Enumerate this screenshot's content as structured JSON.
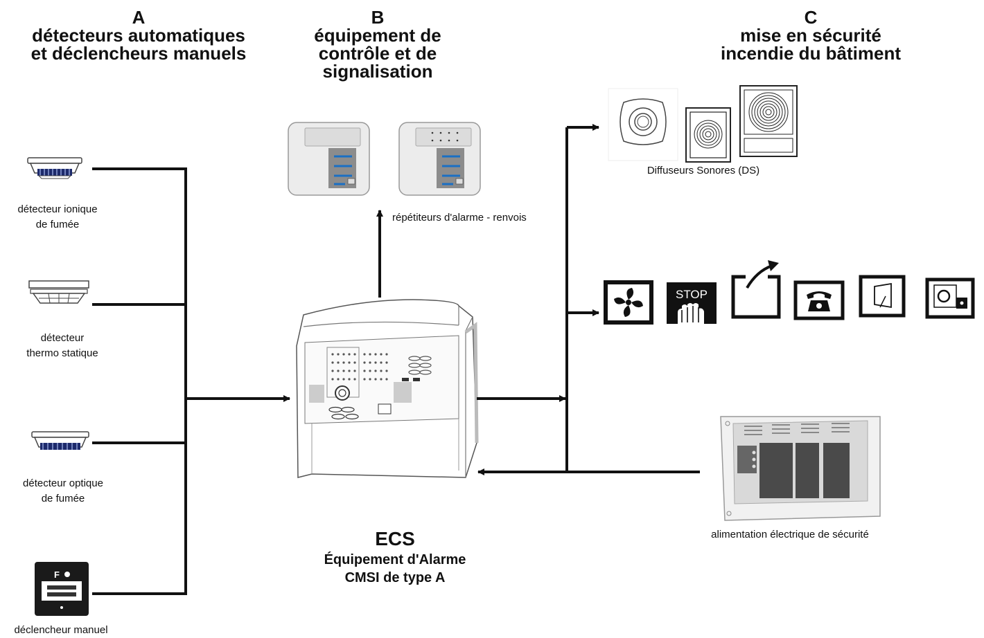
{
  "columns": {
    "a": {
      "letter": "A",
      "line1": "détecteurs automatiques",
      "line2": "et déclencheurs manuels"
    },
    "b": {
      "letter": "B",
      "line1": "équipement de",
      "line2": "contrôle et de",
      "line3": "signalisation"
    },
    "c": {
      "letter": "C",
      "line1": "mise en sécurité",
      "line2": "incendie du bâtiment"
    }
  },
  "devices": {
    "ionic_l1": "détecteur ionique",
    "ionic_l2": "de fumée",
    "thermo_l1": "détecteur",
    "thermo_l2": "thermo statique",
    "optical_l1": "détecteur optique",
    "optical_l2": "de fumée",
    "manual_l1": "déclencheur manuel",
    "manual_symbol": "F"
  },
  "repeaters_label": "répétiteurs d'alarme - renvois",
  "sounders_label": "Diffuseurs Sonores (DS)",
  "power_label": "alimentation électrique de sécurité",
  "stop_text": "STOP",
  "ecs": {
    "title": "ECS",
    "line1": "Équipement d'Alarme",
    "line2": "CMSI de type A"
  },
  "colors": {
    "line": "#111111",
    "panel": "#e6e6e6",
    "accent_blue": "#1a6fc4",
    "dark_box": "#222222"
  },
  "icons": [
    "fan-icon",
    "stop-hand-icon",
    "door-open-icon",
    "telephone-icon",
    "fire-door-icon",
    "damper-icon"
  ]
}
